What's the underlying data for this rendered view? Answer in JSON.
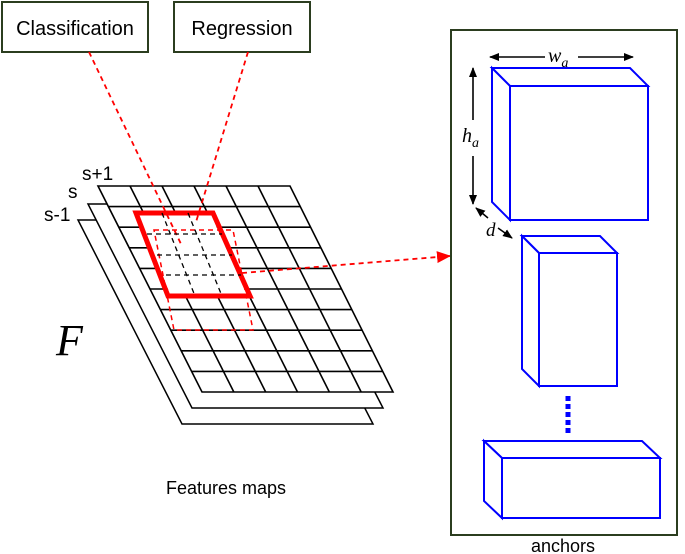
{
  "labels": {
    "classification": "Classification",
    "regression": "Regression",
    "layer_next": "s+1",
    "layer_current": "s",
    "layer_prev": "s-1",
    "feature_symbol": "F",
    "features_caption": "Features maps",
    "anchors_caption": "anchors",
    "width_symbol": "w",
    "width_subscript": "a",
    "height_symbol": "h",
    "height_subscript": "a",
    "depth_symbol": "d"
  },
  "colors": {
    "grid": "#000000",
    "highlight": "#ff0000",
    "anchor": "#0000ff",
    "panel_border": "#2b3d1f",
    "box_border": "#2b3d1f"
  },
  "grid": {
    "rows": 10,
    "cols": 6
  }
}
